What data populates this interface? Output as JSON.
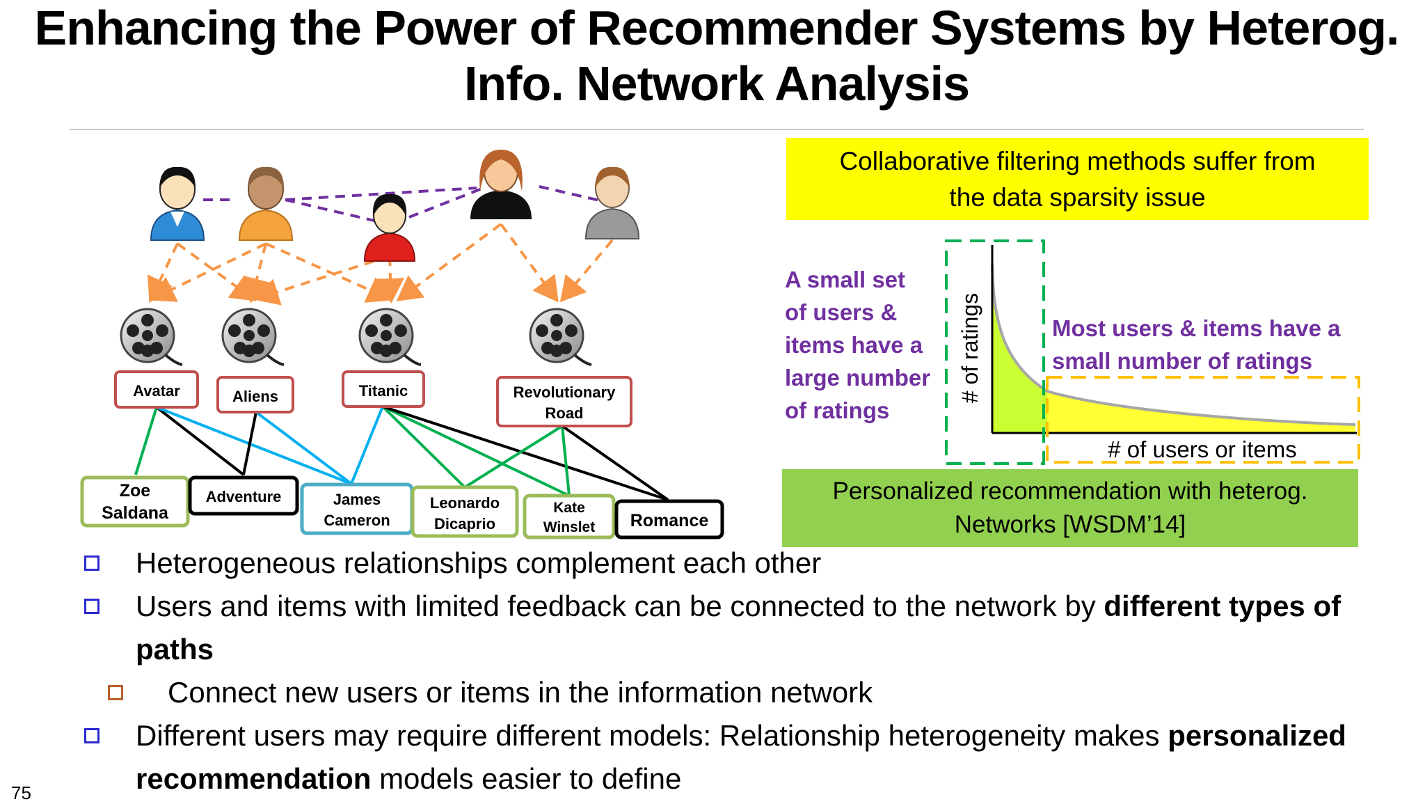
{
  "slide": {
    "title_line1": "Enhancing the Power of Recommender Systems by Heterog.",
    "title_line2": "Info. Network Analysis",
    "page_number": "75"
  },
  "network": {
    "movies": [
      {
        "id": "avatar",
        "label": "Avatar"
      },
      {
        "id": "aliens",
        "label": "Aliens"
      },
      {
        "id": "titanic",
        "label": "Titanic"
      },
      {
        "id": "revroad",
        "label_lines": [
          "Revolutionary",
          "Road"
        ]
      }
    ],
    "attributes": [
      {
        "id": "zoe",
        "label_lines": [
          "Zoe",
          "Saldana"
        ],
        "border": "#9bbb59"
      },
      {
        "id": "adventure",
        "label_lines": [
          "Adventure"
        ],
        "border": "#000000"
      },
      {
        "id": "james",
        "label_lines": [
          "James",
          "Cameron"
        ],
        "border": "#4bacc6"
      },
      {
        "id": "leonardo",
        "label_lines": [
          "Leonardo",
          "Dicaprio"
        ],
        "border": "#9bbb59"
      },
      {
        "id": "kate",
        "label_lines": [
          "Kate",
          "Winslet"
        ],
        "border": "#9bbb59"
      },
      {
        "id": "romance",
        "label_lines": [
          "Romance"
        ],
        "border": "#000000"
      }
    ],
    "icons": {
      "user": "user-avatar-icon",
      "movie": "film-reel-icon"
    },
    "colors": {
      "user_user_link": "#7030a0",
      "user_movie_link": "#f79646",
      "actor_link": "#00b050",
      "genre_link": "#000000",
      "director_link": "#00b0f0",
      "movie_border": "#c0504d"
    }
  },
  "callouts": {
    "sparsity_line1": "Collaborative filtering methods suffer from",
    "sparsity_line2": "the data sparsity issue",
    "small_set_lines": [
      "A small set",
      "of users &",
      "items have a",
      "large number",
      "of ratings"
    ],
    "most_users_line1": "Most users & items have a",
    "most_users_line2": "small number of ratings",
    "personalized_line1": "Personalized recommendation with heterog.",
    "personalized_line2": "Networks [WSDM’14]"
  },
  "chart": {
    "ylabel": "# of ratings",
    "xlabel": "# of users or items",
    "head_fill": "#ccff33",
    "tail_fill": "#ffff33"
  },
  "bullets": [
    {
      "level": 1,
      "parts": [
        {
          "text": "Heterogeneous relationships complement each other",
          "bold": false
        }
      ]
    },
    {
      "level": 1,
      "parts": [
        {
          "text": "Users and items with limited feedback can be connected to the network by ",
          "bold": false
        },
        {
          "text": "different types of paths",
          "bold": true
        }
      ]
    },
    {
      "level": 2,
      "parts": [
        {
          "text": "Connect new users or items in the information network",
          "bold": false
        }
      ]
    },
    {
      "level": 1,
      "parts": [
        {
          "text": "Different users may require different models: Relationship heterogeneity makes ",
          "bold": false
        },
        {
          "text": "personalized recommendation",
          "bold": true
        },
        {
          "text": " models easier to define",
          "bold": false
        }
      ]
    }
  ]
}
